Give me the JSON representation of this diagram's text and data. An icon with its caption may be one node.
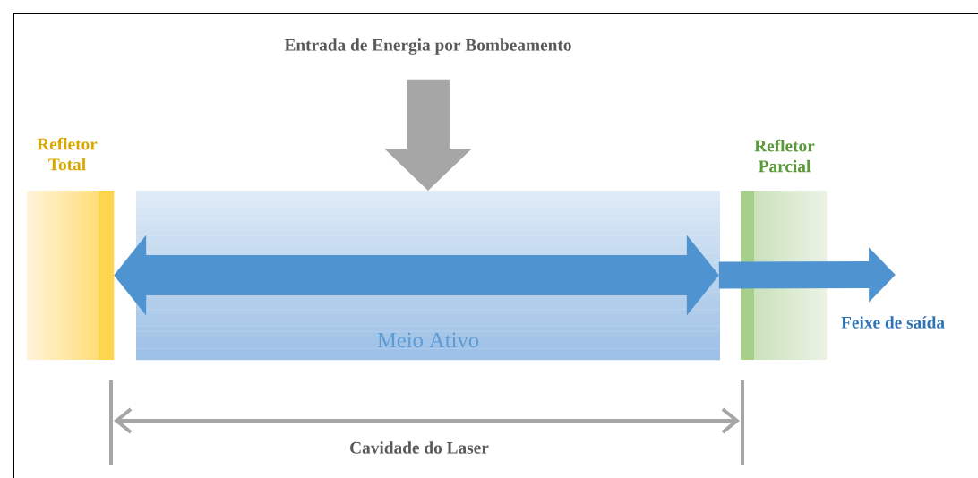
{
  "diagram": {
    "nodes": [
      {
        "text": [
          "Refletor Total"
        ]
      },
      {
        "text": [
          "Meio Ativo"
        ]
      },
      {
        "text": [
          "Refletor Parcial"
        ]
      },
      {
        "text": [
          "Entrada de Energia por Bombeamento"
        ]
      }
    ],
    "edges": [
      {
        "from": 3,
        "to": 1,
        "arrow": "to",
        "color": "#a6a6a6"
      },
      {
        "from": 0,
        "to": 2,
        "arrow": "both"
      },
      {
        "from": 2,
        "to": null,
        "arrow": "to",
        "label": "Feixe de saída"
      }
    ],
    "labels": [
      "Cavidade do Laser"
    ]
  }
}
